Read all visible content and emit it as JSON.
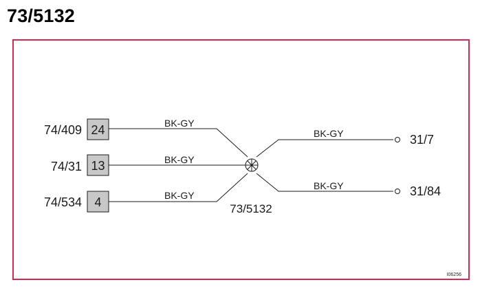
{
  "page": {
    "title": "73/5132"
  },
  "diagram": {
    "connectors": [
      {
        "ref": "74/409",
        "pin": "24",
        "wire": "BK-GY"
      },
      {
        "ref": "74/31",
        "pin": "13",
        "wire": "BK-GY"
      },
      {
        "ref": "74/534",
        "pin": "4",
        "wire": "BK-GY"
      }
    ],
    "splice": {
      "label": "73/5132"
    },
    "outputs": [
      {
        "wire": "BK-GY",
        "ref": "31/7"
      },
      {
        "wire": "BK-GY",
        "ref": "31/84"
      }
    ],
    "figure_id": "I06256",
    "colors": {
      "frame": "#d12a4e",
      "pin_box": "#c8c8c8",
      "line": "#1a1a1a"
    }
  }
}
